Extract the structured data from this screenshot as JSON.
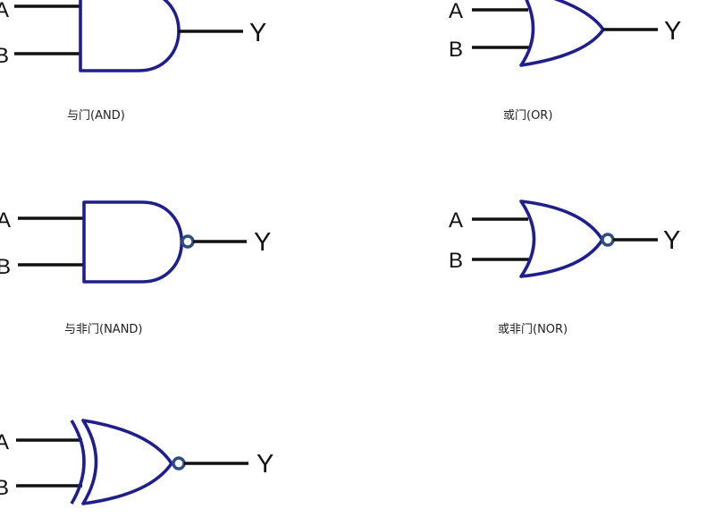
{
  "gates": {
    "and": {
      "caption": "与门(AND)",
      "input_a": "A",
      "input_b": "B",
      "output": "Y"
    },
    "or": {
      "caption": "或门(OR)",
      "input_a": "A",
      "input_b": "B",
      "output": "Y"
    },
    "nand": {
      "caption": "与非门(NAND)",
      "input_a": "A",
      "input_b": "B",
      "output": "Y"
    },
    "nor": {
      "caption": "或非门(NOR)",
      "input_a": "A",
      "input_b": "B",
      "output": "Y"
    },
    "xnor": {
      "input_a": "A",
      "input_b": "B",
      "output": "Y"
    }
  },
  "colors": {
    "gate_outline": "#1d1d9c",
    "bubble": "#2a4f86",
    "wire": "#111111",
    "background": "#ffffff"
  }
}
